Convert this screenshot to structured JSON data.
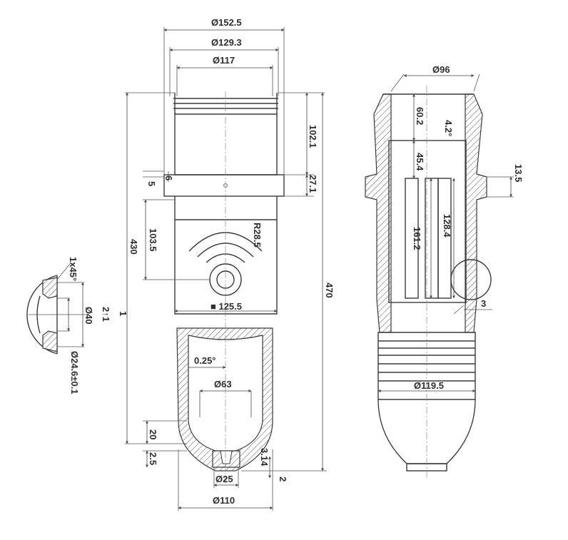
{
  "labels": {
    "d152": "Ø152.5",
    "d129": "Ø129.3",
    "d117": "Ø117",
    "h102": "102.1",
    "h27": "27.1",
    "h5": "5",
    "h6": "6",
    "h103": "103.5",
    "r28": "R28.5",
    "sq125": "■ 125.5",
    "h430": "430",
    "h470": "470",
    "ang025": "0.25°",
    "d63": "Ø63",
    "h20": "20",
    "h25": "2.5",
    "h314": "3.14",
    "h2": "2",
    "d25": "Ø25",
    "d110": "Ø110",
    "chamfer": "1x45°",
    "fit": "2↑1",
    "d40": "Ø40",
    "d246": "Ø24.6±0.1",
    "d96": "Ø96",
    "h6o2": "60.2",
    "ang42": "4.2°",
    "h4541": "45.4",
    "h135": "13.5",
    "h1612": "161.2",
    "h1284": "128.4",
    "d1195": "Ø119.5",
    "n3": "3",
    "one": "1"
  }
}
